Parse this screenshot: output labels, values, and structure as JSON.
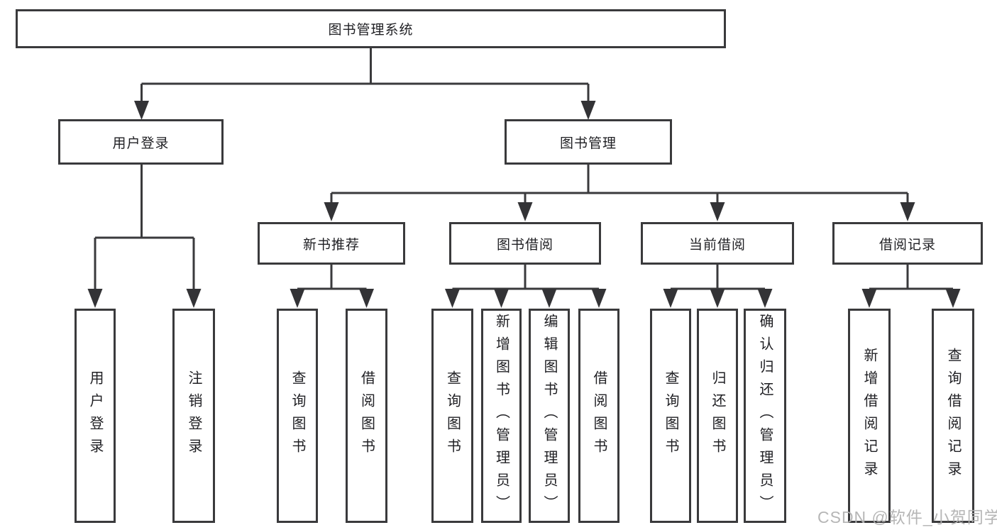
{
  "root": {
    "label": "图书管理系统"
  },
  "branches": [
    {
      "label": "用户登录",
      "children": [
        {
          "label": "用户登录"
        },
        {
          "label": "注销登录"
        }
      ]
    },
    {
      "label": "图书管理",
      "children": [
        {
          "label": "新书推荐",
          "children": [
            {
              "label": "查询图书"
            },
            {
              "label": "借阅图书"
            }
          ]
        },
        {
          "label": "图书借阅",
          "children": [
            {
              "label": "查询图书"
            },
            {
              "label": "新增图书（管理员）"
            },
            {
              "label": "编辑图书（管理员）"
            },
            {
              "label": "借阅图书"
            }
          ]
        },
        {
          "label": "当前借阅",
          "children": [
            {
              "label": "查询图书"
            },
            {
              "label": "归还图书"
            },
            {
              "label": "确认归还（管理员）"
            }
          ]
        },
        {
          "label": "借阅记录",
          "children": [
            {
              "label": "新增借阅记录"
            },
            {
              "label": "查询借阅记录"
            }
          ]
        }
      ]
    }
  ],
  "watermark": "CSDN @软件_小贺同学",
  "colors": {
    "line": "#3a3a3c",
    "text": "#1f1f23",
    "background": "#ffffff",
    "watermark": "#b2b2b2"
  }
}
